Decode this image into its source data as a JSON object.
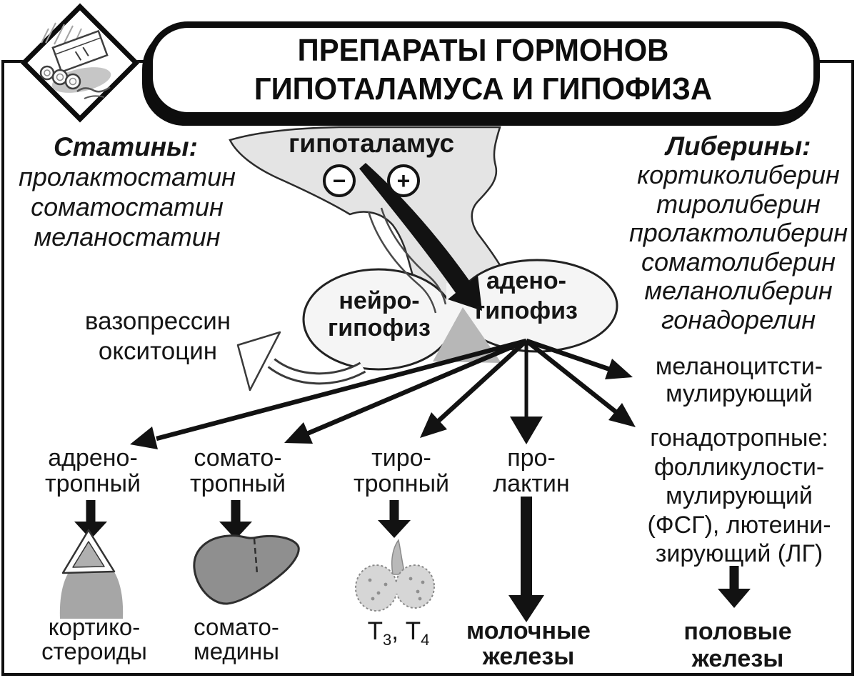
{
  "title": {
    "line1": "ПРЕПАРАТЫ ГОРМОНОВ",
    "line2": "ГИПОТАЛАМУСА И ГИПОФИЗА"
  },
  "logo": {
    "icon": "pills-and-medicine-box-icon"
  },
  "statins": {
    "heading": "Статины:",
    "items": [
      "пролактостатин",
      "соматостатин",
      "меланостатин"
    ]
  },
  "liberins": {
    "heading": "Либерины:",
    "items": [
      "кортиколиберин",
      "тиролиберин",
      "пролактолиберин",
      "соматолиберин",
      "меланолиберин",
      "гонадорелин"
    ]
  },
  "hypothalamus": {
    "label": "гипоталамус",
    "minus_sign": "−",
    "plus_sign": "+"
  },
  "pituitary": {
    "neuro": {
      "line1": "нейро-",
      "line2": "гипофиз"
    },
    "adeno": {
      "line1": "адено-",
      "line2": "гипофиз"
    }
  },
  "posterior_hormones": {
    "line1": "вазопрессин",
    "line2": "окситоцин"
  },
  "tropic_hormones": [
    {
      "line1": "адрено-",
      "line2": "тропный"
    },
    {
      "line1": "сомато-",
      "line2": "тропный"
    },
    {
      "line1": "тиро-",
      "line2": "тропный"
    },
    {
      "line1": "про-",
      "line2": "лактин"
    }
  ],
  "msh": {
    "line1": "меланоцитсти-",
    "line2": "мулирующий"
  },
  "gonadotropins": {
    "lines": [
      "гонадотропные:",
      "фолликулости-",
      "мулирующий",
      "(ФСГ), лютеини-",
      "зирующий (ЛГ)"
    ]
  },
  "targets": {
    "corticosteroids": {
      "line1": "кортико-",
      "line2": "стероиды"
    },
    "somatomedins": {
      "line1": "сомато-",
      "line2": "медины"
    },
    "thyroid_hormones": {
      "t1": "Т",
      "sub1": "3",
      "t2": ", Т",
      "sub2": "4"
    },
    "mammary": {
      "line1": "молочные",
      "line2": "железы"
    },
    "gonads": {
      "line1": "половые",
      "line2": "железы"
    }
  },
  "organ_icons": [
    "adrenal-gland-icon",
    "liver-icon",
    "thyroid-gland-icon"
  ],
  "colors": {
    "ink": "#151515",
    "hypothalamus_fill": "#e4e4e4",
    "pituitary_fill": "#f5f5f5",
    "intermediate_lobe": "#b7b7b7",
    "liver": "#8f8f8f",
    "adrenal": "#a6a6a6",
    "thyroid": "#d6d6d6"
  }
}
